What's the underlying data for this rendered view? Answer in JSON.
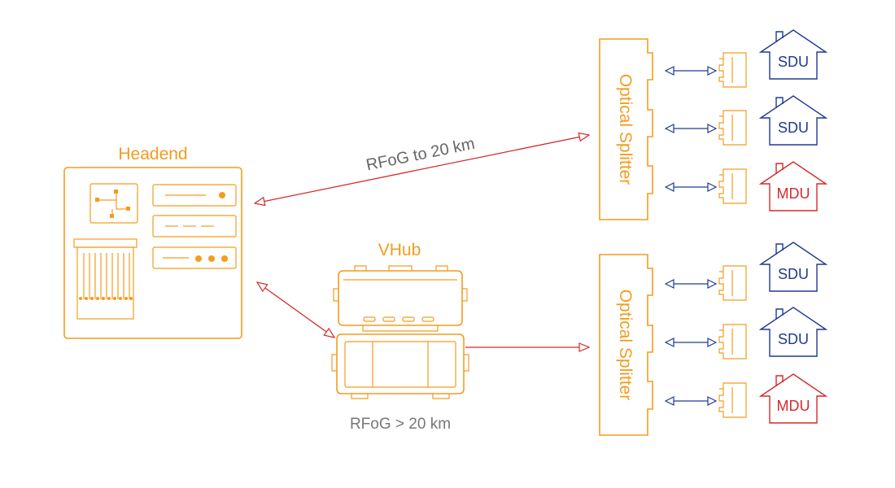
{
  "headend": {
    "label": "Headend"
  },
  "vhub": {
    "label": "VHub"
  },
  "links": {
    "rfog_20km": "RFoG to 20 km",
    "rfog_over_20km": "RFoG > 20 km"
  },
  "splitters": [
    {
      "label": "Optical Splitter",
      "homes": [
        {
          "label": "SDU",
          "color": "#1f3a93"
        },
        {
          "label": "SDU",
          "color": "#1f3a93"
        },
        {
          "label": "MDU",
          "color": "#d42a2a"
        }
      ]
    },
    {
      "label": "Optical Splitter",
      "homes": [
        {
          "label": "SDU",
          "color": "#1f3a93"
        },
        {
          "label": "SDU",
          "color": "#1f3a93"
        },
        {
          "label": "MDU",
          "color": "#d42a2a"
        }
      ]
    }
  ],
  "colors": {
    "equipment": "#f39c1f",
    "trunk": "#d42a2a",
    "drop": "#1f3a93",
    "caption": "#777777"
  }
}
